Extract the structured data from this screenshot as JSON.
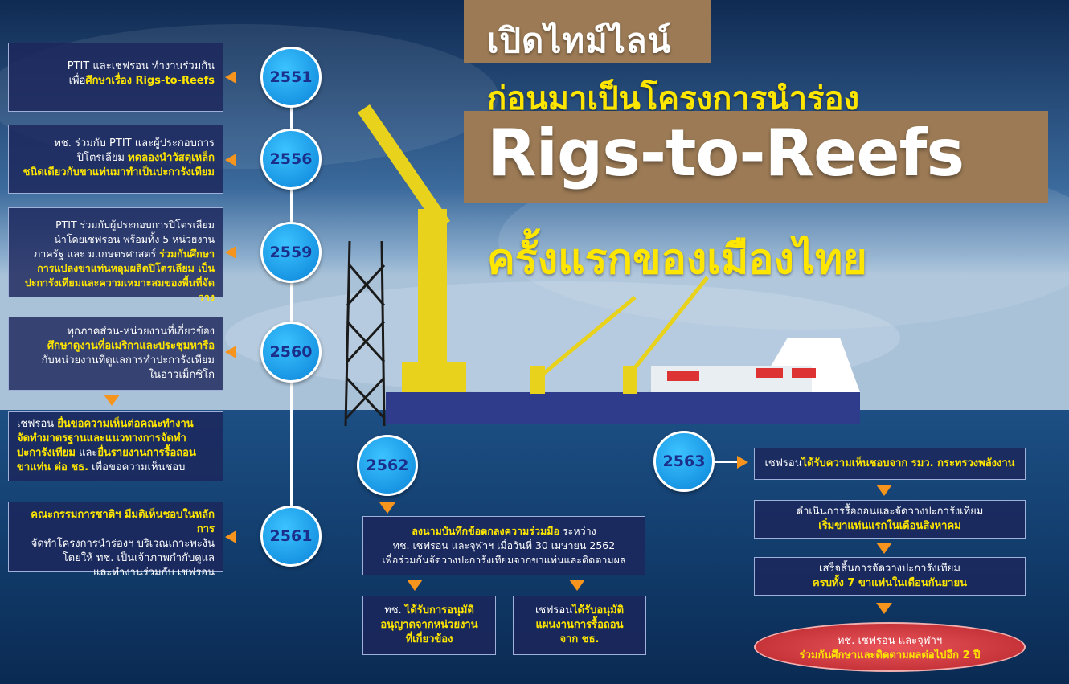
{
  "title": {
    "line1": "เปิดไทม์ไลน์",
    "line2": "ก่อนมาเป็นโครงการนำร่อง",
    "line3": "Rigs-to-Reefs",
    "line4": "ครั้งแรกของเมืองไทย"
  },
  "timeline_left": [
    {
      "year": "2551",
      "lines": [
        {
          "text": "PTIT และเชฟรอน ทำงานร่วมกัน",
          "hl": false
        },
        {
          "pre": "เพื่อ",
          "hl_text": "ศึกษาเรื่อง Rigs-to-Reefs"
        }
      ]
    },
    {
      "year": "2556",
      "lines": [
        {
          "text": "ทช. ร่วมกับ PTIT และผู้ประกอบการ",
          "hl": false
        },
        {
          "pre": "ปิโตรเลียม ",
          "hl_text": "ทดลองนำวัสดุเหล็ก"
        },
        {
          "text": "ชนิดเดียวกับขาแท่นมาทำเป็นปะการังเทียม",
          "hl": true
        }
      ]
    },
    {
      "year": "2559",
      "lines": [
        {
          "text": "PTIT ร่วมกับผู้ประกอบการปิโตรเลียม",
          "hl": false
        },
        {
          "text": "นำโดยเชฟรอน พร้อมทั้ง 5 หน่วยงาน",
          "hl": false
        },
        {
          "pre": "ภาครัฐ และ ม.เกษตรศาสตร์ ",
          "hl_text": "ร่วมกันศึกษา"
        },
        {
          "text": "การแปลงขาแท่นหลุมผลิตปิโตรเลียม เป็น",
          "hl": true
        },
        {
          "text": "ปะการังเทียมและความเหมาะสมของพื้นที่จัดวาง",
          "hl": true
        }
      ]
    },
    {
      "year": "2560",
      "lines": [
        {
          "text": "ทุกภาคส่วน-หน่วยงานที่เกี่ยวข้อง",
          "hl": false
        },
        {
          "text": "ศึกษาดูงานที่อเมริกาและประชุมหารือ",
          "hl": true
        },
        {
          "text": "กับหน่วยงานที่ดูแลการทำปะการังเทียม",
          "hl": false
        },
        {
          "text": "ในอ่าวเม็กซิโก",
          "hl": false
        }
      ]
    }
  ],
  "box_2560b": {
    "lines": [
      {
        "pre": "เชฟรอน ",
        "hl_text": "ยื่นขอความเห็นต่อคณะทำงาน"
      },
      {
        "text": "จัดทำมาตรฐานและแนวทางการจัดทำ",
        "hl": true
      },
      {
        "hl_lead": "ปะการังเทียม",
        "mid": " และ",
        "hl_text": "ยื่นรายงานการรื้อถอน"
      },
      {
        "hl_lead": "ขาแท่น ต่อ ชธ.",
        "mid": " เพื่อขอความเห็นชอบ"
      }
    ]
  },
  "timeline_2561": {
    "year": "2561",
    "lines": [
      {
        "text": "คณะกรรมการชาติฯ มีมติเห็นชอบในหลักการ",
        "hl": true
      },
      {
        "text": "จัดทำโครงการนำร่องฯ บริเวณเกาะพะงัน",
        "hl": false
      },
      {
        "text": "โดยให้ ทช. เป็นเจ้าภาพกำกับดูแล",
        "hl": false
      },
      {
        "text": "และทำงานร่วมกับ เชฟรอน",
        "hl": false
      }
    ]
  },
  "timeline_2562": {
    "year": "2562",
    "main_lines": [
      {
        "hl_text": "ลงนามบันทึกข้อตกลงความร่วมมือ",
        "post": " ระหว่าง"
      },
      {
        "text": "ทช. เชฟรอน และจุฬาฯ เมื่อวันที่ 30 เมษายน 2562",
        "hl": false
      },
      {
        "text": "เพื่อร่วมกันจัดวางปะการังเทียมจากขาแท่นและติดตามผล",
        "hl": false
      }
    ],
    "sub_left": [
      {
        "pre": "ทช. ",
        "hl_text": "ได้รับการอนุมัติ"
      },
      {
        "text": "อนุญาตจากหน่วยงาน",
        "hl": true
      },
      {
        "text": "ที่เกี่ยวข้อง",
        "hl": true
      }
    ],
    "sub_right": [
      {
        "pre": "เชฟรอน",
        "hl_text": "ได้รับอนุมัติ"
      },
      {
        "text": "แผนงานการรื้อถอน",
        "hl": true
      },
      {
        "text": "จาก ชธ.",
        "hl": true
      }
    ]
  },
  "timeline_2563": {
    "year": "2563",
    "steps": [
      [
        {
          "pre": "เชฟรอน",
          "hl_text": "ได้รับความเห็นชอบจาก รมว. กระทรวงพลังงาน"
        }
      ],
      [
        {
          "text": "ดำเนินการรื้อถอนและจัดวางปะการังเทียม",
          "hl": false
        },
        {
          "text": "เริ่มขาแท่นแรกในเดือนสิงหาคม",
          "hl": true
        }
      ],
      [
        {
          "text": "เสร็จสิ้นการจัดวางปะการังเทียม",
          "hl": false
        },
        {
          "text": "ครบทั้ง 7 ขาแท่นในเดือนกันยายน",
          "hl": true
        }
      ]
    ],
    "final": [
      {
        "text": "ทช. เชฟรอน และจุฬาฯ",
        "hl": false
      },
      {
        "text": "ร่วมกันศึกษาและติดตามผลต่อไปอีก 2 ปี",
        "hl": true
      }
    ]
  },
  "colors": {
    "accent": "#ffe600",
    "arrow": "#f7941d",
    "circle": "#1aa3f0",
    "box": "#1c265c",
    "title_bg": "#9b7a55",
    "oval": "#c8383e"
  },
  "icons": {
    "arrow": "orange-triangle"
  }
}
